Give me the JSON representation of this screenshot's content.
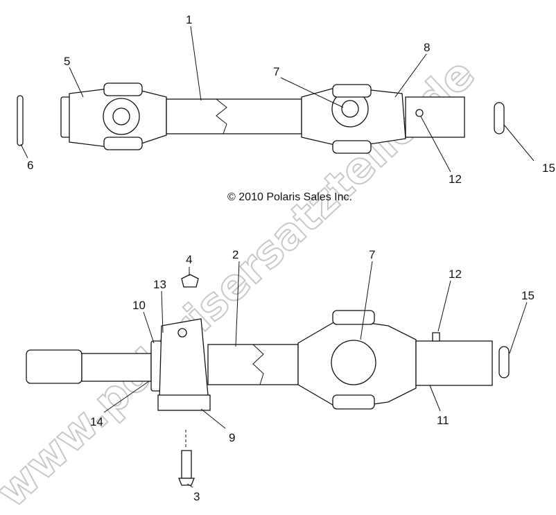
{
  "copyright": "© 2010 Polaris Sales Inc.",
  "watermark": "www.polarisersatzteile.de",
  "upper_assembly": {
    "callouts": [
      "1",
      "5",
      "7",
      "8",
      "6",
      "12",
      "15"
    ]
  },
  "lower_assembly": {
    "callouts": [
      "4",
      "2",
      "7",
      "12",
      "13",
      "10",
      "15",
      "14",
      "9",
      "11",
      "3"
    ]
  },
  "colors": {
    "line": "#111111",
    "watermark": "#c8c8c8"
  }
}
